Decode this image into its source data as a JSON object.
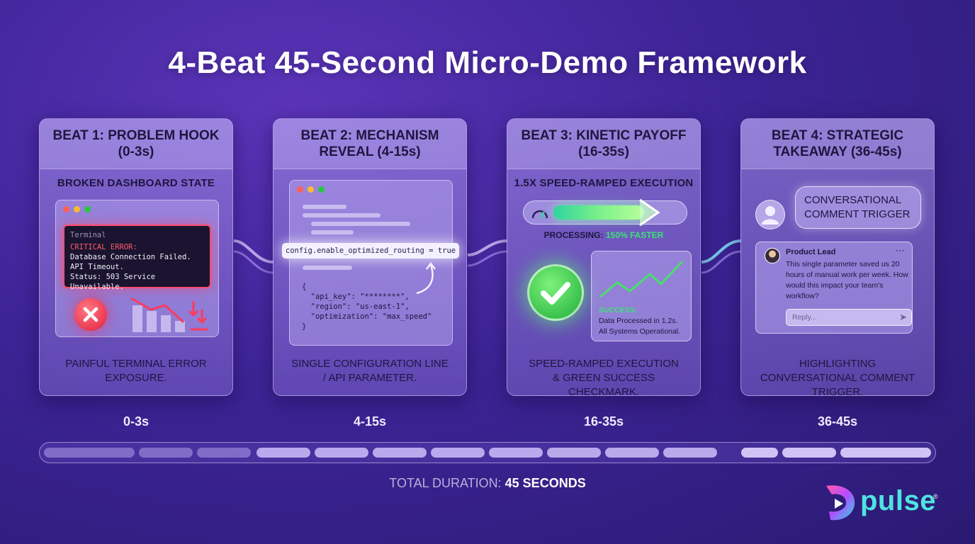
{
  "title": "4-Beat 45-Second Micro-Demo Framework",
  "beats": [
    {
      "heading": "BEAT 1: PROBLEM HOOK (0-3s)",
      "subheading": "BROKEN DASHBOARD STATE",
      "terminal": {
        "title": "Terminal",
        "error_label": "CRITICAL ERROR:",
        "lines": [
          "Database Connection Failed.",
          "API Timeout.",
          "Status: 503 Service Unavailable."
        ]
      },
      "footer": "PAINFUL TERMINAL ERROR EXPOSURE.",
      "time_label": "0-3s"
    },
    {
      "heading": "BEAT 2: MECHANISM REVEAL (4-15s)",
      "config_line": "config.enable_optimized_routing = true",
      "json_lines": [
        "{",
        "  \"api_key\": \"********\",",
        "  \"region\": \"us-east-1\",",
        "  \"optimization\": \"max_speed\"",
        "}"
      ],
      "footer": "SINGLE CONFIGURATION LINE / API PARAMETER.",
      "time_label": "4-15s"
    },
    {
      "heading": "BEAT 3: KINETIC PAYOFF (16-35s)",
      "subheading": "1.5X SPEED-RAMPED EXECUTION",
      "processing_label": "PROCESSING:",
      "processing_value": "150% FASTER",
      "success_label": "SUCCESS:",
      "success_lines": [
        "Data Processed in 1.2s.",
        "All Systems Operational."
      ],
      "footer": "SPEED-RAMPED EXECUTION & GREEN SUCCESS CHECKMARK.",
      "time_label": "16-35s"
    },
    {
      "heading": "BEAT 4: STRATEGIC TAKEAWAY (36-45s)",
      "bubble_text": "CONVERSATIONAL COMMENT TRIGGER",
      "comment": {
        "author": "Product Lead",
        "more": "⋯",
        "message": "This single parameter saved us 20 hours of manual work per week. How would this impact your team's workflow?",
        "reply_placeholder": "Reply..."
      },
      "footer": "HIGHLIGHTING CONVERSATIONAL COMMENT TRIGGER.",
      "time_label": "36-45s"
    }
  ],
  "total_label": "TOTAL DURATION:",
  "total_value": "45 SECONDS",
  "brand": {
    "name": "pulse",
    "reg": "®"
  },
  "colors": {
    "error": "#ff4d6a",
    "success": "#3ee07a",
    "brand": "#4fe3e0"
  }
}
